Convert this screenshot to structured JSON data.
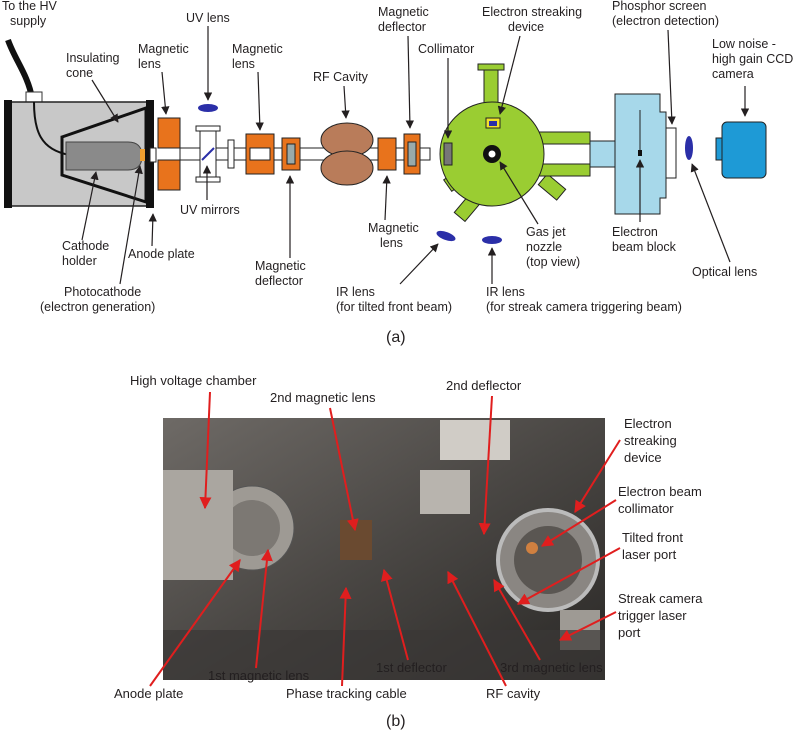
{
  "panel_a": {
    "caption": "(a)",
    "labels": {
      "hv_supply": [
        "To the HV",
        "supply"
      ],
      "insulating_cone": [
        "Insulating",
        "cone"
      ],
      "magnetic_lens_1": [
        "Magnetic",
        "lens"
      ],
      "uv_lens": [
        "UV lens"
      ],
      "magnetic_lens_2": [
        "Magnetic",
        "lens"
      ],
      "rf_cavity": [
        "RF Cavity"
      ],
      "magnetic_deflector_top": [
        "Magnetic",
        "deflector"
      ],
      "collimator": [
        "Collimator"
      ],
      "electron_streaking_device": [
        "Electron streaking",
        "device"
      ],
      "phosphor_screen": [
        "Phosphor screen",
        "(electron detection)"
      ],
      "ccd_camera": [
        "Low noise -",
        "high gain CCD",
        "camera"
      ],
      "cathode_holder": [
        "Cathode",
        "holder"
      ],
      "anode_plate": [
        "Anode plate"
      ],
      "photocathode": [
        "Photocathode",
        "(electron generation)"
      ],
      "uv_mirrors": [
        "UV mirrors"
      ],
      "magnetic_deflector_bottom": [
        "Magnetic",
        "deflector"
      ],
      "magnetic_lens_3": [
        "Magnetic",
        "lens"
      ],
      "ir_lens_tilted": [
        "IR lens",
        "(for tilted front beam)"
      ],
      "gas_jet_nozzle": [
        "Gas jet",
        "nozzle",
        "(top view)"
      ],
      "ir_lens_streak": [
        "IR lens",
        "(for streak camera triggering beam)"
      ],
      "electron_beam_block": [
        "Electron",
        "beam block"
      ],
      "optical_lens": [
        "Optical lens"
      ]
    }
  },
  "panel_b": {
    "caption": "(b)",
    "labels": {
      "hv_chamber": [
        "High voltage chamber"
      ],
      "second_magnetic_lens": [
        "2nd magnetic lens"
      ],
      "second_deflector": [
        "2nd deflector"
      ],
      "electron_streaking_device": [
        "Electron",
        "streaking",
        "device"
      ],
      "electron_beam_collimator": [
        "Electron beam",
        "collimator"
      ],
      "tilted_front_laser_port": [
        "Tilted front",
        "laser port"
      ],
      "streak_camera_trigger_port": [
        "Streak camera",
        "trigger laser",
        "port"
      ],
      "first_magnetic_lens": [
        "1st magnetic lens"
      ],
      "first_deflector": [
        "1st deflector"
      ],
      "third_magnetic_lens": [
        "3rd magnetic lens"
      ],
      "anode_plate": [
        "Anode plate"
      ],
      "phase_tracking_cable": [
        "Phase tracking cable"
      ],
      "rf_cavity": [
        "RF cavity"
      ]
    }
  },
  "colors": {
    "chamber_grey": "#c8c8c8",
    "orange": "#e8731c",
    "rf_brown": "#b97c5a",
    "lime": "#9acd32",
    "light_blue": "#a7d8ea",
    "camera_blue": "#1e9ad6",
    "lens_blue": "#2b2fa8",
    "arrow_red": "#e01e1e"
  }
}
